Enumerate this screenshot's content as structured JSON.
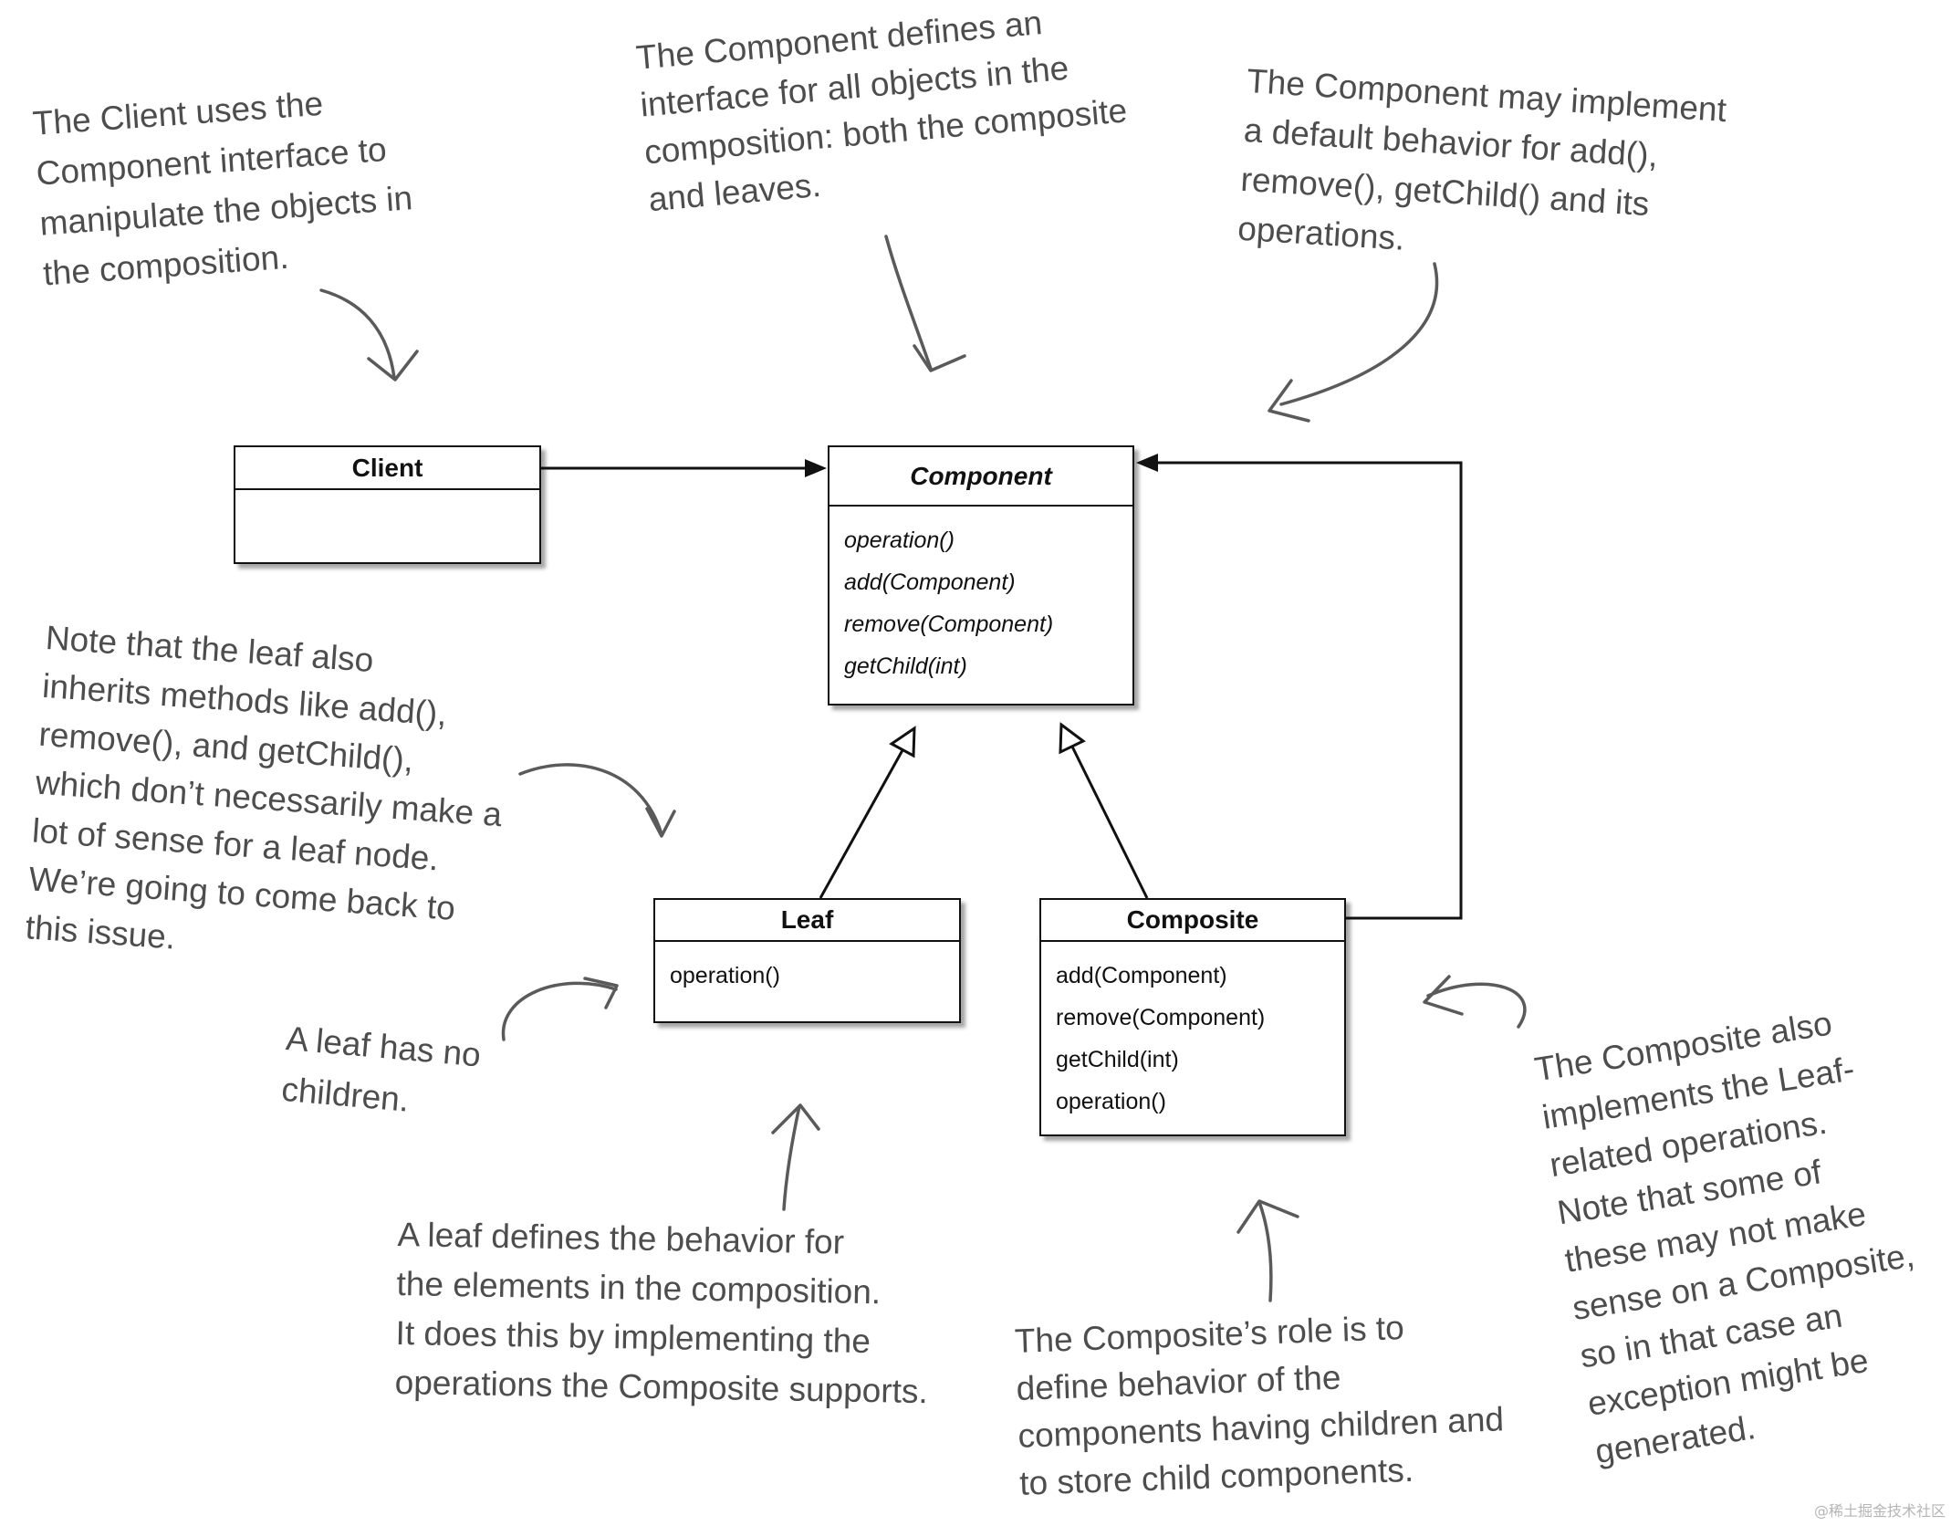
{
  "classes": {
    "client": {
      "name": "Client"
    },
    "component": {
      "name": "Component",
      "methods": [
        "operation()",
        "add(Component)",
        "remove(Component)",
        "getChild(int)"
      ]
    },
    "leaf": {
      "name": "Leaf",
      "methods": [
        "operation()"
      ]
    },
    "composite": {
      "name": "Composite",
      "methods": [
        "add(Component)",
        "remove(Component)",
        "getChild(int)",
        "operation()"
      ]
    }
  },
  "annotations": {
    "client_uses_component": [
      "The Client uses the",
      "Component interface to",
      "manipulate the objects in",
      "the composition."
    ],
    "component_defines_interface": [
      "The Component defines an",
      "interface for all objects in the",
      "composition: both the composite",
      "and leaves."
    ],
    "component_default_behavior": [
      "The Component may implement",
      "a default behavior for add(),",
      "remove(), getChild() and its",
      "operations."
    ],
    "leaf_inherits_methods": [
      "Note that the leaf also",
      "inherits methods like add(),",
      "remove(), and getChild(),",
      "which don’t necessarily make a",
      "lot of sense for a leaf node.",
      "We’re going to come back to",
      "this issue."
    ],
    "leaf_has_no_children": [
      "A leaf has no",
      "children."
    ],
    "leaf_defines_behavior": [
      "A leaf defines the behavior for",
      "the elements in the composition.",
      "It does this by implementing the",
      "operations the Composite supports."
    ],
    "composite_role": [
      "The Composite’s role is to",
      "define behavior of the",
      "components having children and",
      "to store child components."
    ],
    "composite_implements_leaf_ops": [
      "The Composite also",
      "implements the Leaf-",
      "related operations.",
      "Note that some of",
      "these may not make",
      "sense on a Composite,",
      "so in that case an",
      "exception might be",
      "generated."
    ]
  },
  "watermark": "@稀土掘金技术社区",
  "colors": {
    "background": "#ffffff",
    "uml_line": "#111111",
    "annotation_text": "#4d4d4d",
    "annotation_arrow": "#5a5a5a"
  }
}
